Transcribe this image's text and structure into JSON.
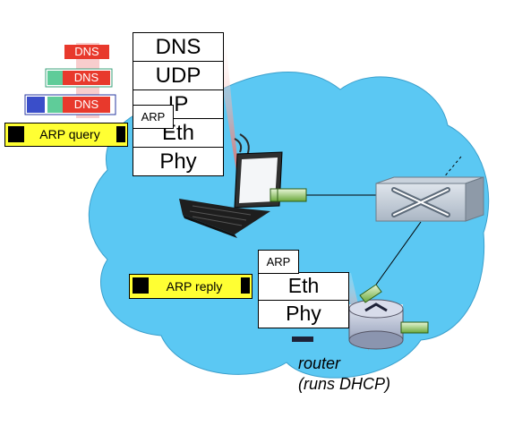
{
  "host_stack": [
    "DNS",
    "UDP",
    "IP",
    "Eth",
    "Phy"
  ],
  "router_stack": [
    "Eth",
    "Phy"
  ],
  "arp_tag_host": "ARP",
  "arp_tag_router": "ARP",
  "arp_query_label": "ARP query",
  "arp_reply_label": "ARP reply",
  "encapsulation": [
    "DNS",
    "DNS",
    "DNS"
  ],
  "router_caption": [
    "router",
    "(runs DHCP)"
  ],
  "colors": {
    "cloud": "#5bc8f3",
    "arrow": "#e8392c",
    "dns_header": "#e8392c",
    "udp_header": "#5fcc99",
    "ip_header": "#3a4ec9",
    "arp_pill": "#ffff33"
  }
}
